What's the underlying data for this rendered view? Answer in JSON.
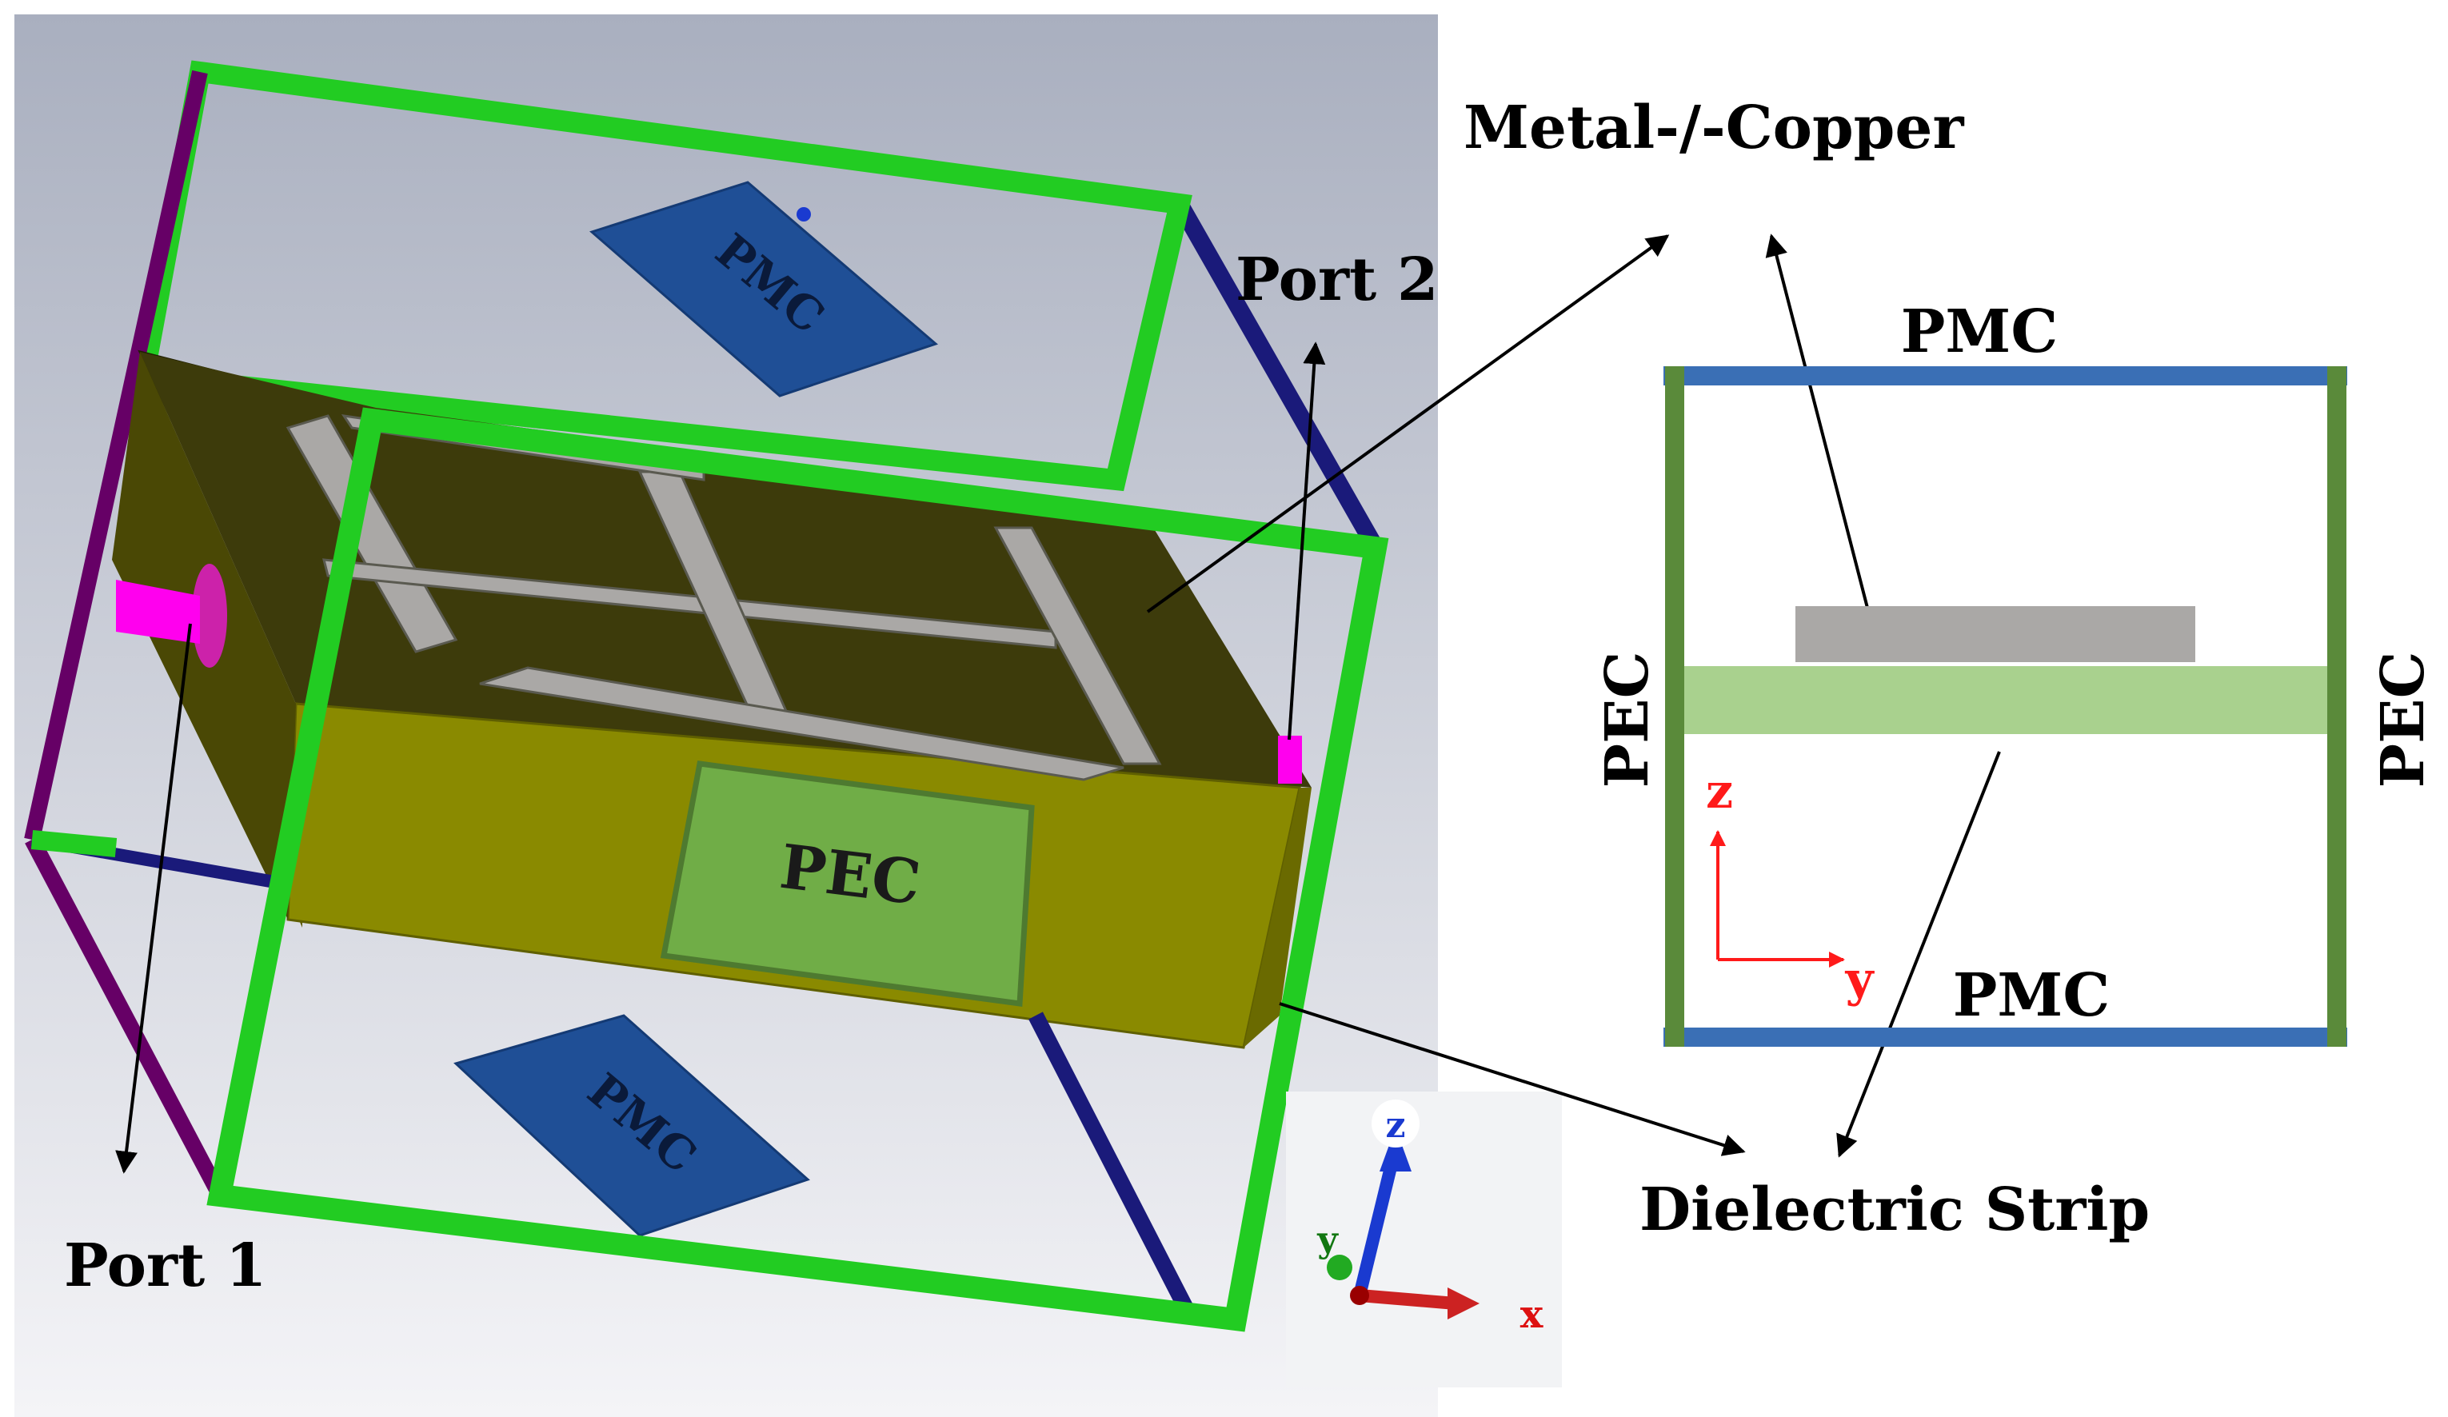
{
  "left_panel": {
    "port1": "Port 1",
    "port2": "Port 2",
    "pmc_top": "PMC",
    "pmc_bottom": "PMC",
    "pec_front": "PEC",
    "axis_x": "x",
    "axis_y": "y",
    "axis_z": "z"
  },
  "annotations": {
    "metal": "Metal-/-Copper",
    "dielectric": "Dielectric Strip"
  },
  "cross_section": {
    "pmc_top": "PMC",
    "pmc_bottom": "PMC",
    "pec_left": "PEC",
    "pec_right": "PEC",
    "axis_z": "z",
    "axis_y": "y"
  },
  "colors": {
    "pmc_blue": "#3a6fb5",
    "pec_green": "#5a8a3a",
    "dielectric": "#a9d18e",
    "metal": "#aaa8a6",
    "frame_green": "#22cc22",
    "frame_navy": "#1a1a7a",
    "substrate_top": "#3c3a0a",
    "substrate_side": "#8a8a00",
    "port": "#ff00ee",
    "axis_red": "#ff1a1a"
  }
}
